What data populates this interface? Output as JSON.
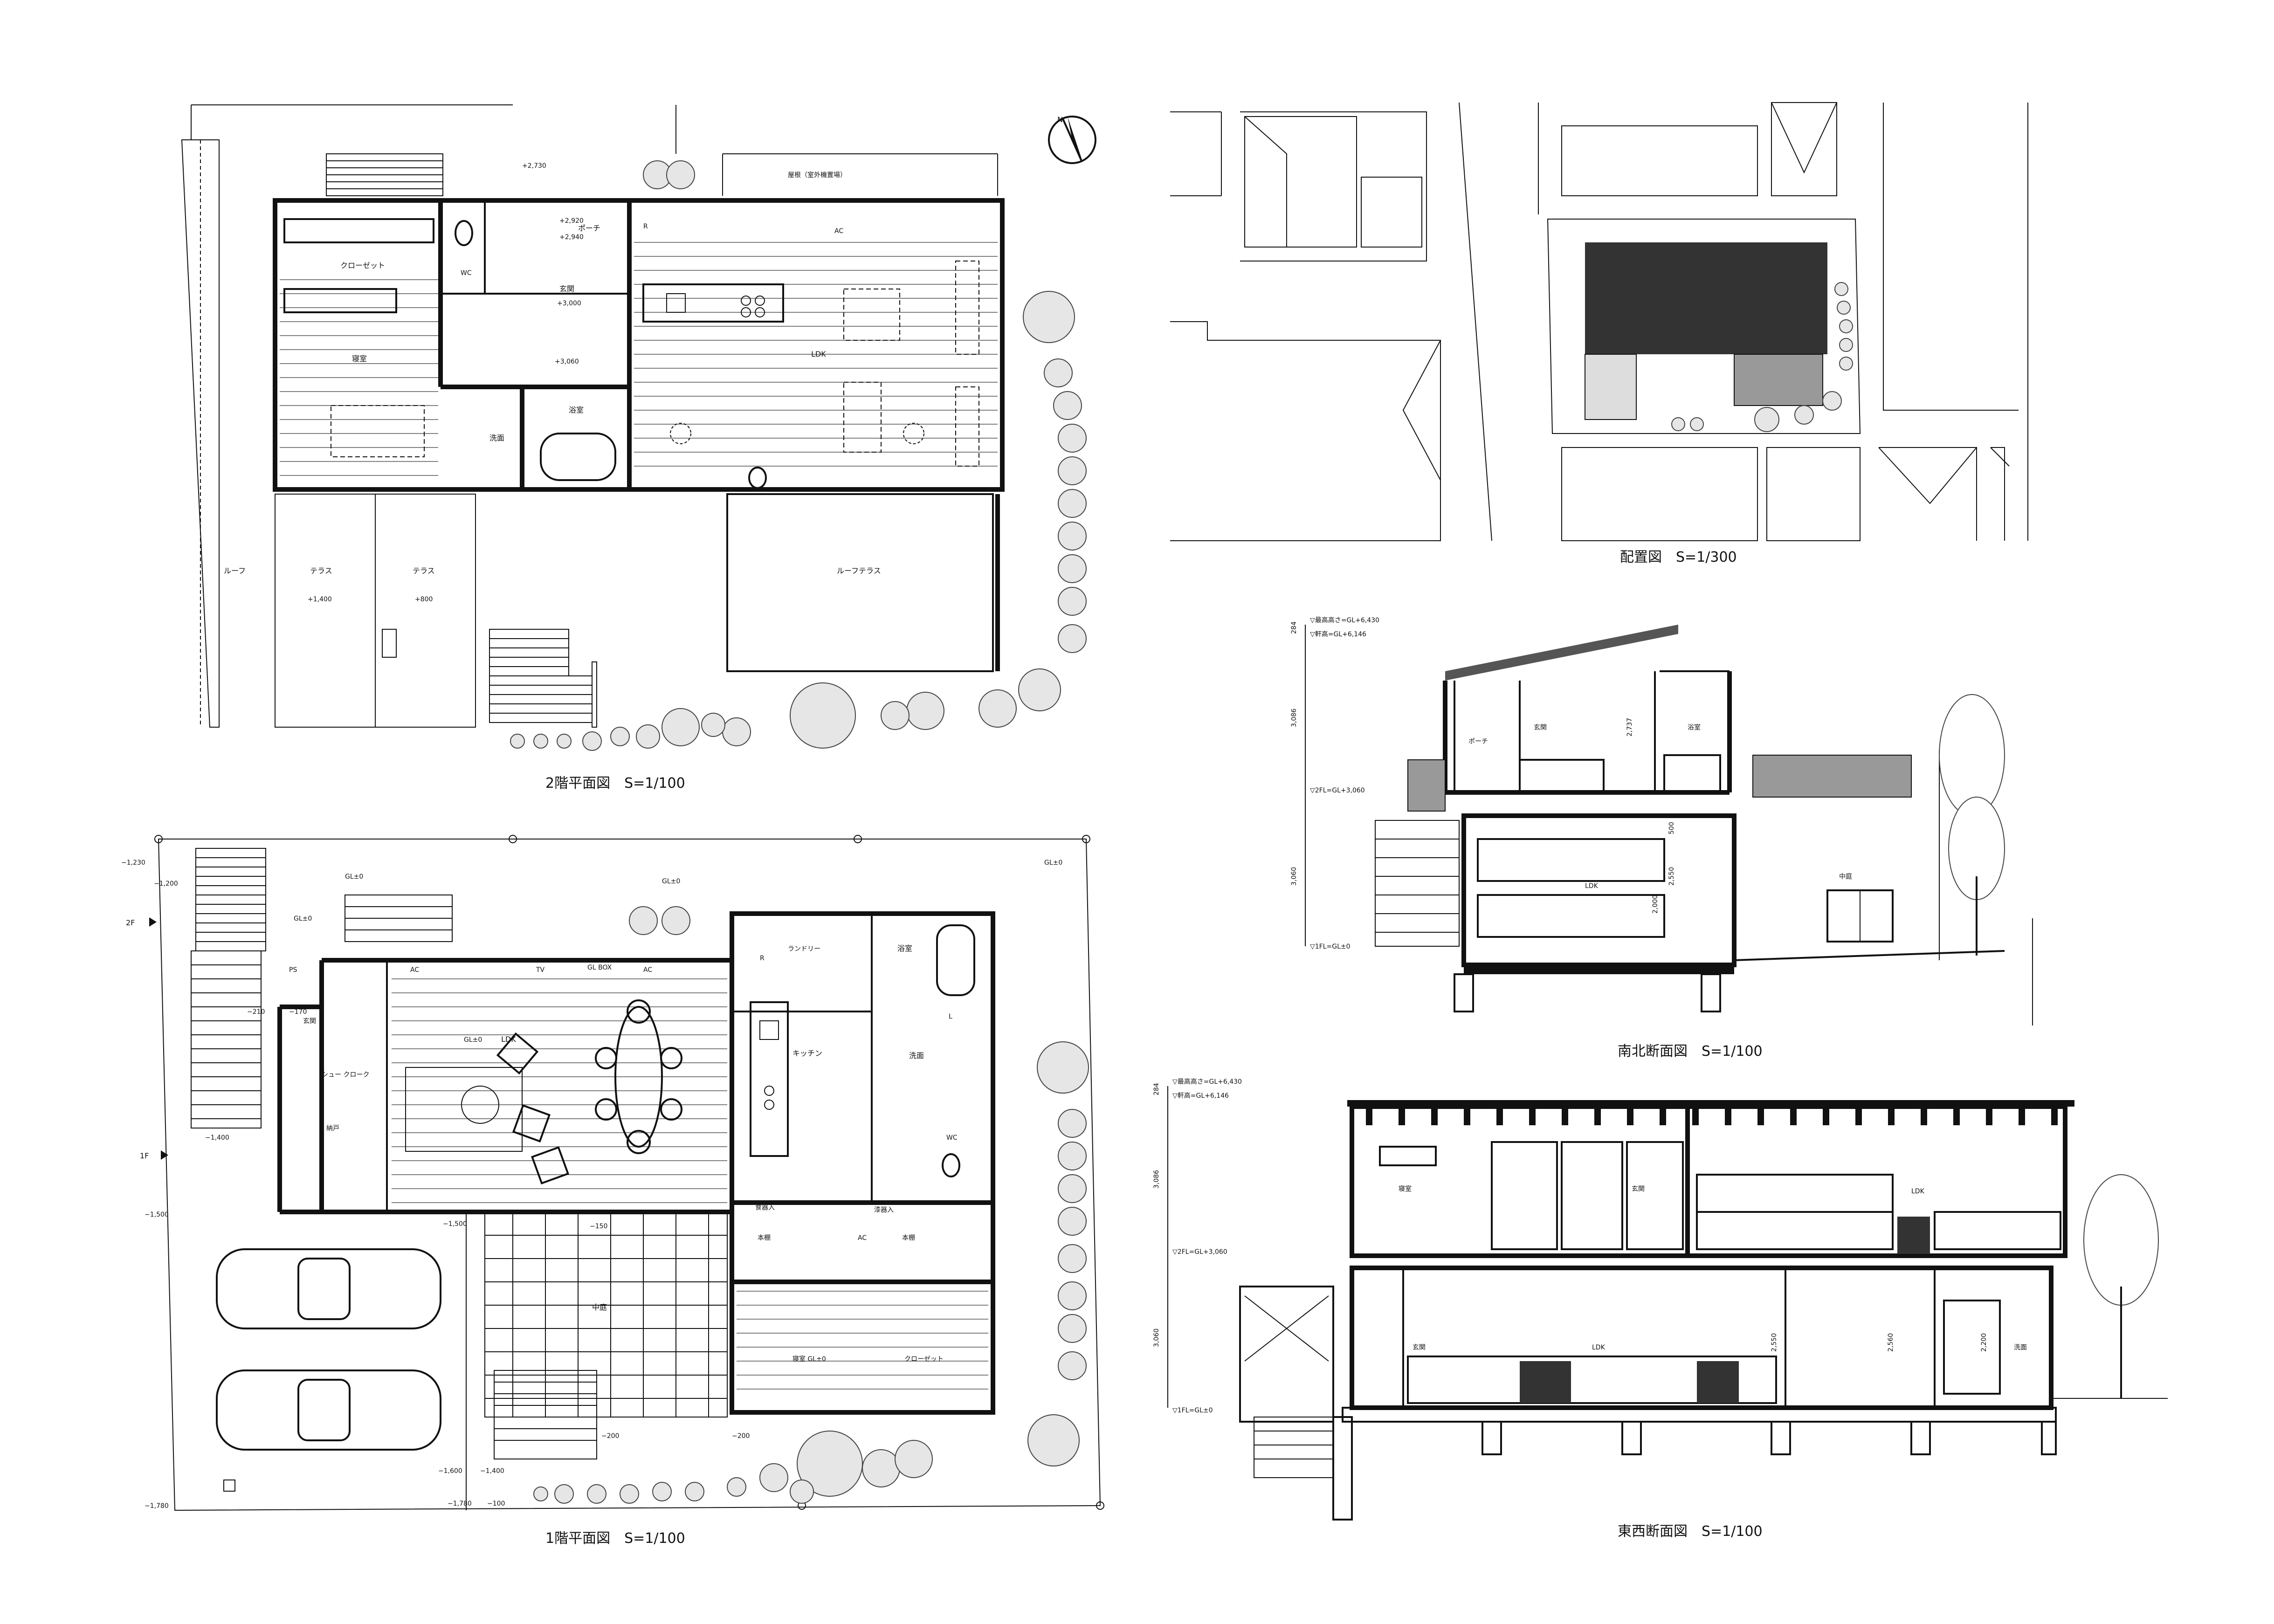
{
  "drawings": {
    "plan2f": {
      "caption": "2階平面図　S=1/100",
      "rooms": {
        "closet": "クローゼット",
        "wc": "WC",
        "porch": "ポーチ",
        "porch_level": "+2,940",
        "porch_level_top": "+2,920",
        "entrance": "玄関",
        "entrance_level": "+3,000",
        "bedroom": "寝室",
        "hall_level": "+3,060",
        "ldk": "LDK",
        "bath": "浴室",
        "wash": "洗面",
        "roof": "ルーフ",
        "terrace1": "テラス",
        "terrace1_level": "+1,400",
        "terrace2": "テラス",
        "terrace2_level": "+800",
        "roof_terrace": "ルーフテラス",
        "stair_level": "+2,730",
        "equipment": "屋根（室外機置場）",
        "ac": "AC",
        "r": "R"
      }
    },
    "plan1f": {
      "caption": "1階平面図　S=1/100",
      "floor_marks": {
        "f2": "2F",
        "f1": "1F"
      },
      "rooms": {
        "ldk": "LDK",
        "ldk_level": "GL±0",
        "entrance": "玄関",
        "shoe_closet": "シュー\nクローク",
        "storage": "納戸",
        "kitchen": "キッチン",
        "laundry": "ランドリー",
        "bath": "浴室",
        "wash": "洗面",
        "wc": "WC",
        "courtyard": "中庭",
        "cupboard": "食器入",
        "shelf1": "本棚",
        "shelf2": "本棚",
        "lacquer": "漆器入",
        "bedroom": "寝室 GL±0",
        "closet": "クローゼット",
        "ac1": "AC",
        "ac2": "AC",
        "ac3": "AC",
        "tv": "TV",
        "ps": "PS",
        "gl_box": "GL BOX",
        "r": "R",
        "l": "L"
      },
      "levels": {
        "gl1": "GL±0",
        "gl2": "GL±0",
        "gl3": "GL±0",
        "gl4": "GL±0",
        "m1230": "−1,230",
        "m1200": "−1,200",
        "m210": "−210",
        "m170": "−170",
        "m1400a": "−1,400",
        "m1500a": "−1,500",
        "m1500b": "−1,500",
        "m150": "−150",
        "m200a": "−200",
        "m200b": "−200",
        "m1600": "−1,600",
        "m1400b": "−1,400",
        "m1780a": "−1,780",
        "m1780b": "−1,780",
        "m100": "−100"
      }
    },
    "site": {
      "caption": "配置図　S=1/300"
    },
    "section_ns": {
      "caption": "南北断面図　S=1/100",
      "labels": {
        "top": "▽最高高さ=GL+6,430",
        "eave": "▽軒高=GL+6,146",
        "fl2": "▽2FL=GL+3,060",
        "fl1": "▽1FL=GL±0",
        "d284": "284",
        "d3086": "3,086",
        "d3060": "3,060",
        "porch": "ポーチ",
        "entrance": "玄関",
        "bath": "浴室",
        "ldk": "LDK",
        "courtyard": "中庭",
        "h2737": "2,737",
        "h2550": "2,550",
        "h2000": "2,000",
        "h500": "500"
      }
    },
    "section_ew": {
      "caption": "東西断面図　S=1/100",
      "labels": {
        "top": "▽最高高さ=GL+6,430",
        "eave": "▽軒高=GL+6,146",
        "fl2": "▽2FL=GL+3,060",
        "fl1": "▽1FL=GL±0",
        "d284": "284",
        "d3086": "3,086",
        "d3060": "3,060",
        "bedroom": "寝室",
        "entrance2": "玄関",
        "ldk2": "LDK",
        "entrance1": "玄関",
        "ldk1": "LDK",
        "wash": "洗面",
        "h2550": "2,550",
        "h2560": "2,560",
        "h2200": "2,200"
      }
    },
    "north": {
      "label": "N"
    }
  }
}
